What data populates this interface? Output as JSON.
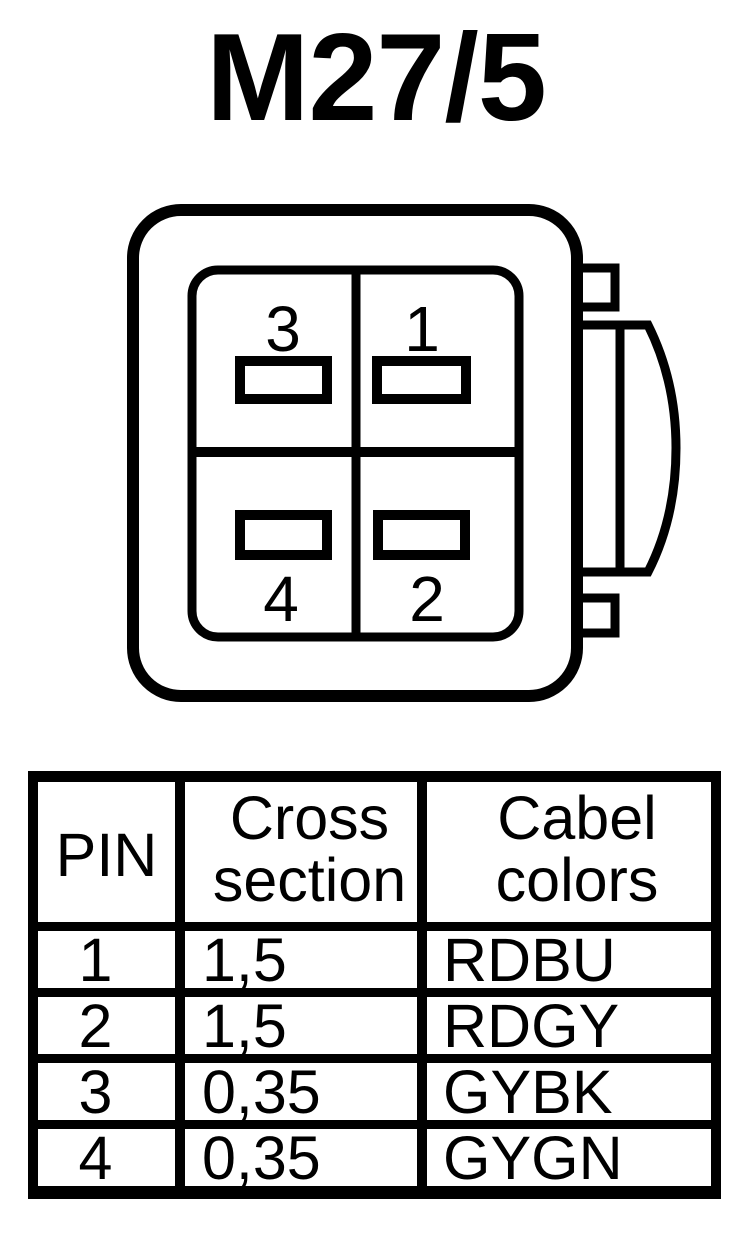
{
  "title": "M27/5",
  "connector": {
    "description": "4-cavity connector face view with side latch",
    "pins": {
      "top_left": "3",
      "top_right": "1",
      "bottom_left": "4",
      "bottom_right": "2"
    }
  },
  "table": {
    "headers": {
      "pin": "PIN",
      "cross_line1": "Cross",
      "cross_line2": "section",
      "cabel_line1": "Cabel",
      "cabel_line2": "colors"
    },
    "rows": [
      {
        "pin": "1",
        "cross_section": "1,5",
        "cable_color": "RDBU"
      },
      {
        "pin": "2",
        "cross_section": "1,5",
        "cable_color": "RDGY"
      },
      {
        "pin": "3",
        "cross_section": "0,35",
        "cable_color": "GYBK"
      },
      {
        "pin": "4",
        "cross_section": "0,35",
        "cable_color": "GYGN"
      }
    ]
  },
  "colors": {
    "ink": "#000000",
    "background": "#ffffff"
  }
}
